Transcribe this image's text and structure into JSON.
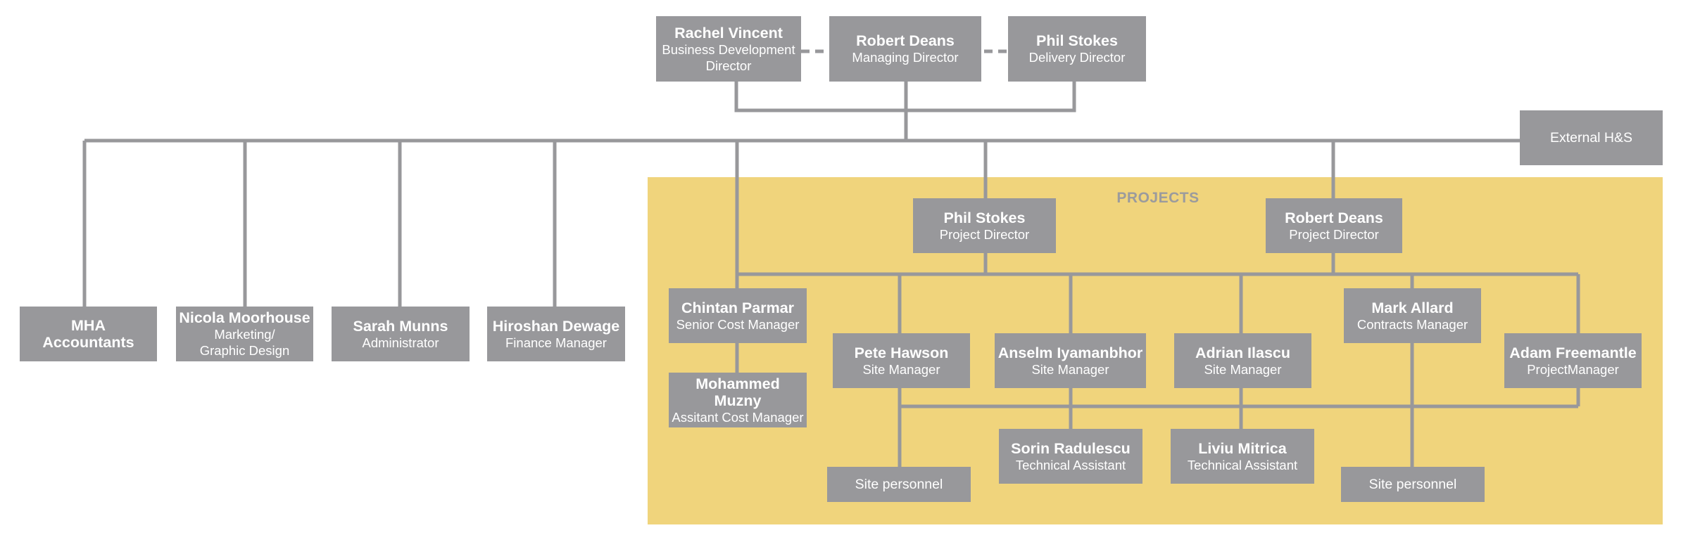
{
  "chart": {
    "projects_label": "PROJECTS",
    "colors": {
      "box": "#98989b",
      "line": "#98989b",
      "projects_bg": "#f0d47c",
      "text": "#ffffff"
    },
    "nodes": {
      "rachel": {
        "name": "Rachel Vincent",
        "role_lines": [
          "Business Development",
          "Director"
        ]
      },
      "robert_md": {
        "name": "Robert Deans",
        "role": "Managing Director"
      },
      "phil_dd": {
        "name": "Phil Stokes",
        "role": "Delivery Director"
      },
      "external": {
        "label": "External H&S"
      },
      "mha": {
        "name_lines": [
          "MHA",
          "Accountants"
        ]
      },
      "nicola": {
        "name": "Nicola Moorhouse",
        "role_lines": [
          "Marketing/",
          "Graphic Design"
        ]
      },
      "sarah": {
        "name": "Sarah Munns",
        "role": "Administrator"
      },
      "hiroshan": {
        "name": "Hiroshan Dewage",
        "role": "Finance Manager"
      },
      "phil_pd": {
        "name": "Phil Stokes",
        "role": "Project Director"
      },
      "robert_pd": {
        "name": "Robert Deans",
        "role": "Project Director"
      },
      "chintan": {
        "name": "Chintan Parmar",
        "role": "Senior Cost Manager"
      },
      "mohammed": {
        "name": "Mohammed Muzny",
        "role": "Assitant Cost Manager"
      },
      "pete": {
        "name": "Pete Hawson",
        "role": "Site Manager"
      },
      "anselm": {
        "name": "Anselm Iyamanbhor",
        "role": "Site Manager"
      },
      "adrian": {
        "name": "Adrian Ilascu",
        "role": "Site Manager"
      },
      "mark": {
        "name": "Mark Allard",
        "role": "Contracts Manager"
      },
      "adam": {
        "name": "Adam Freemantle",
        "role": "ProjectManager"
      },
      "sorin": {
        "name": "Sorin Radulescu",
        "role": "Technical Assistant"
      },
      "liviu": {
        "name": "Liviu Mitrica",
        "role": "Technical Assistant"
      },
      "site1": {
        "label": "Site personnel"
      },
      "site2": {
        "label": "Site personnel"
      }
    }
  }
}
